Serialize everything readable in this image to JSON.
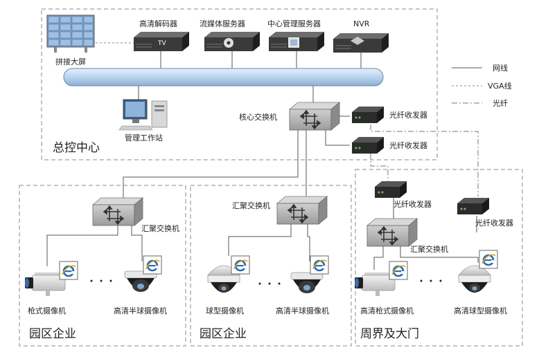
{
  "diagram": {
    "devices": {
      "video_wall": "拼接大屏",
      "hd_decoder": "高清解码器",
      "streaming_server": "流媒体服务器",
      "central_mgmt_server": "中心管理服务器",
      "nvr": "NVR",
      "mgmt_workstation": "管理工作站",
      "core_switch": "核心交换机",
      "fiber_transceiver": "光纤收发器",
      "aggregation_switch": "汇聚交换机",
      "gun_camera": "枪式摄像机",
      "hd_half_dome_camera": "高清半球摄像机",
      "dome_camera": "球型摄像机",
      "hd_gun_camera": "高清枪式摄像机",
      "hd_dome_camera": "高清球型摄像机",
      "tv_badge": "TV"
    },
    "zones": {
      "control_center": "总控中心",
      "park_enterprise": "园区企业",
      "perimeter_gate": "周界及大门"
    },
    "legend": {
      "network_cable": "网线",
      "vga_cable": "VGA线",
      "optical_fiber": "光纤"
    },
    "colors": {
      "device_dark": "#3c3c3c",
      "switch_gray": "#a9a9a9",
      "bus_blue": "#c8def2",
      "zone_border": "#8a8a8a"
    }
  }
}
